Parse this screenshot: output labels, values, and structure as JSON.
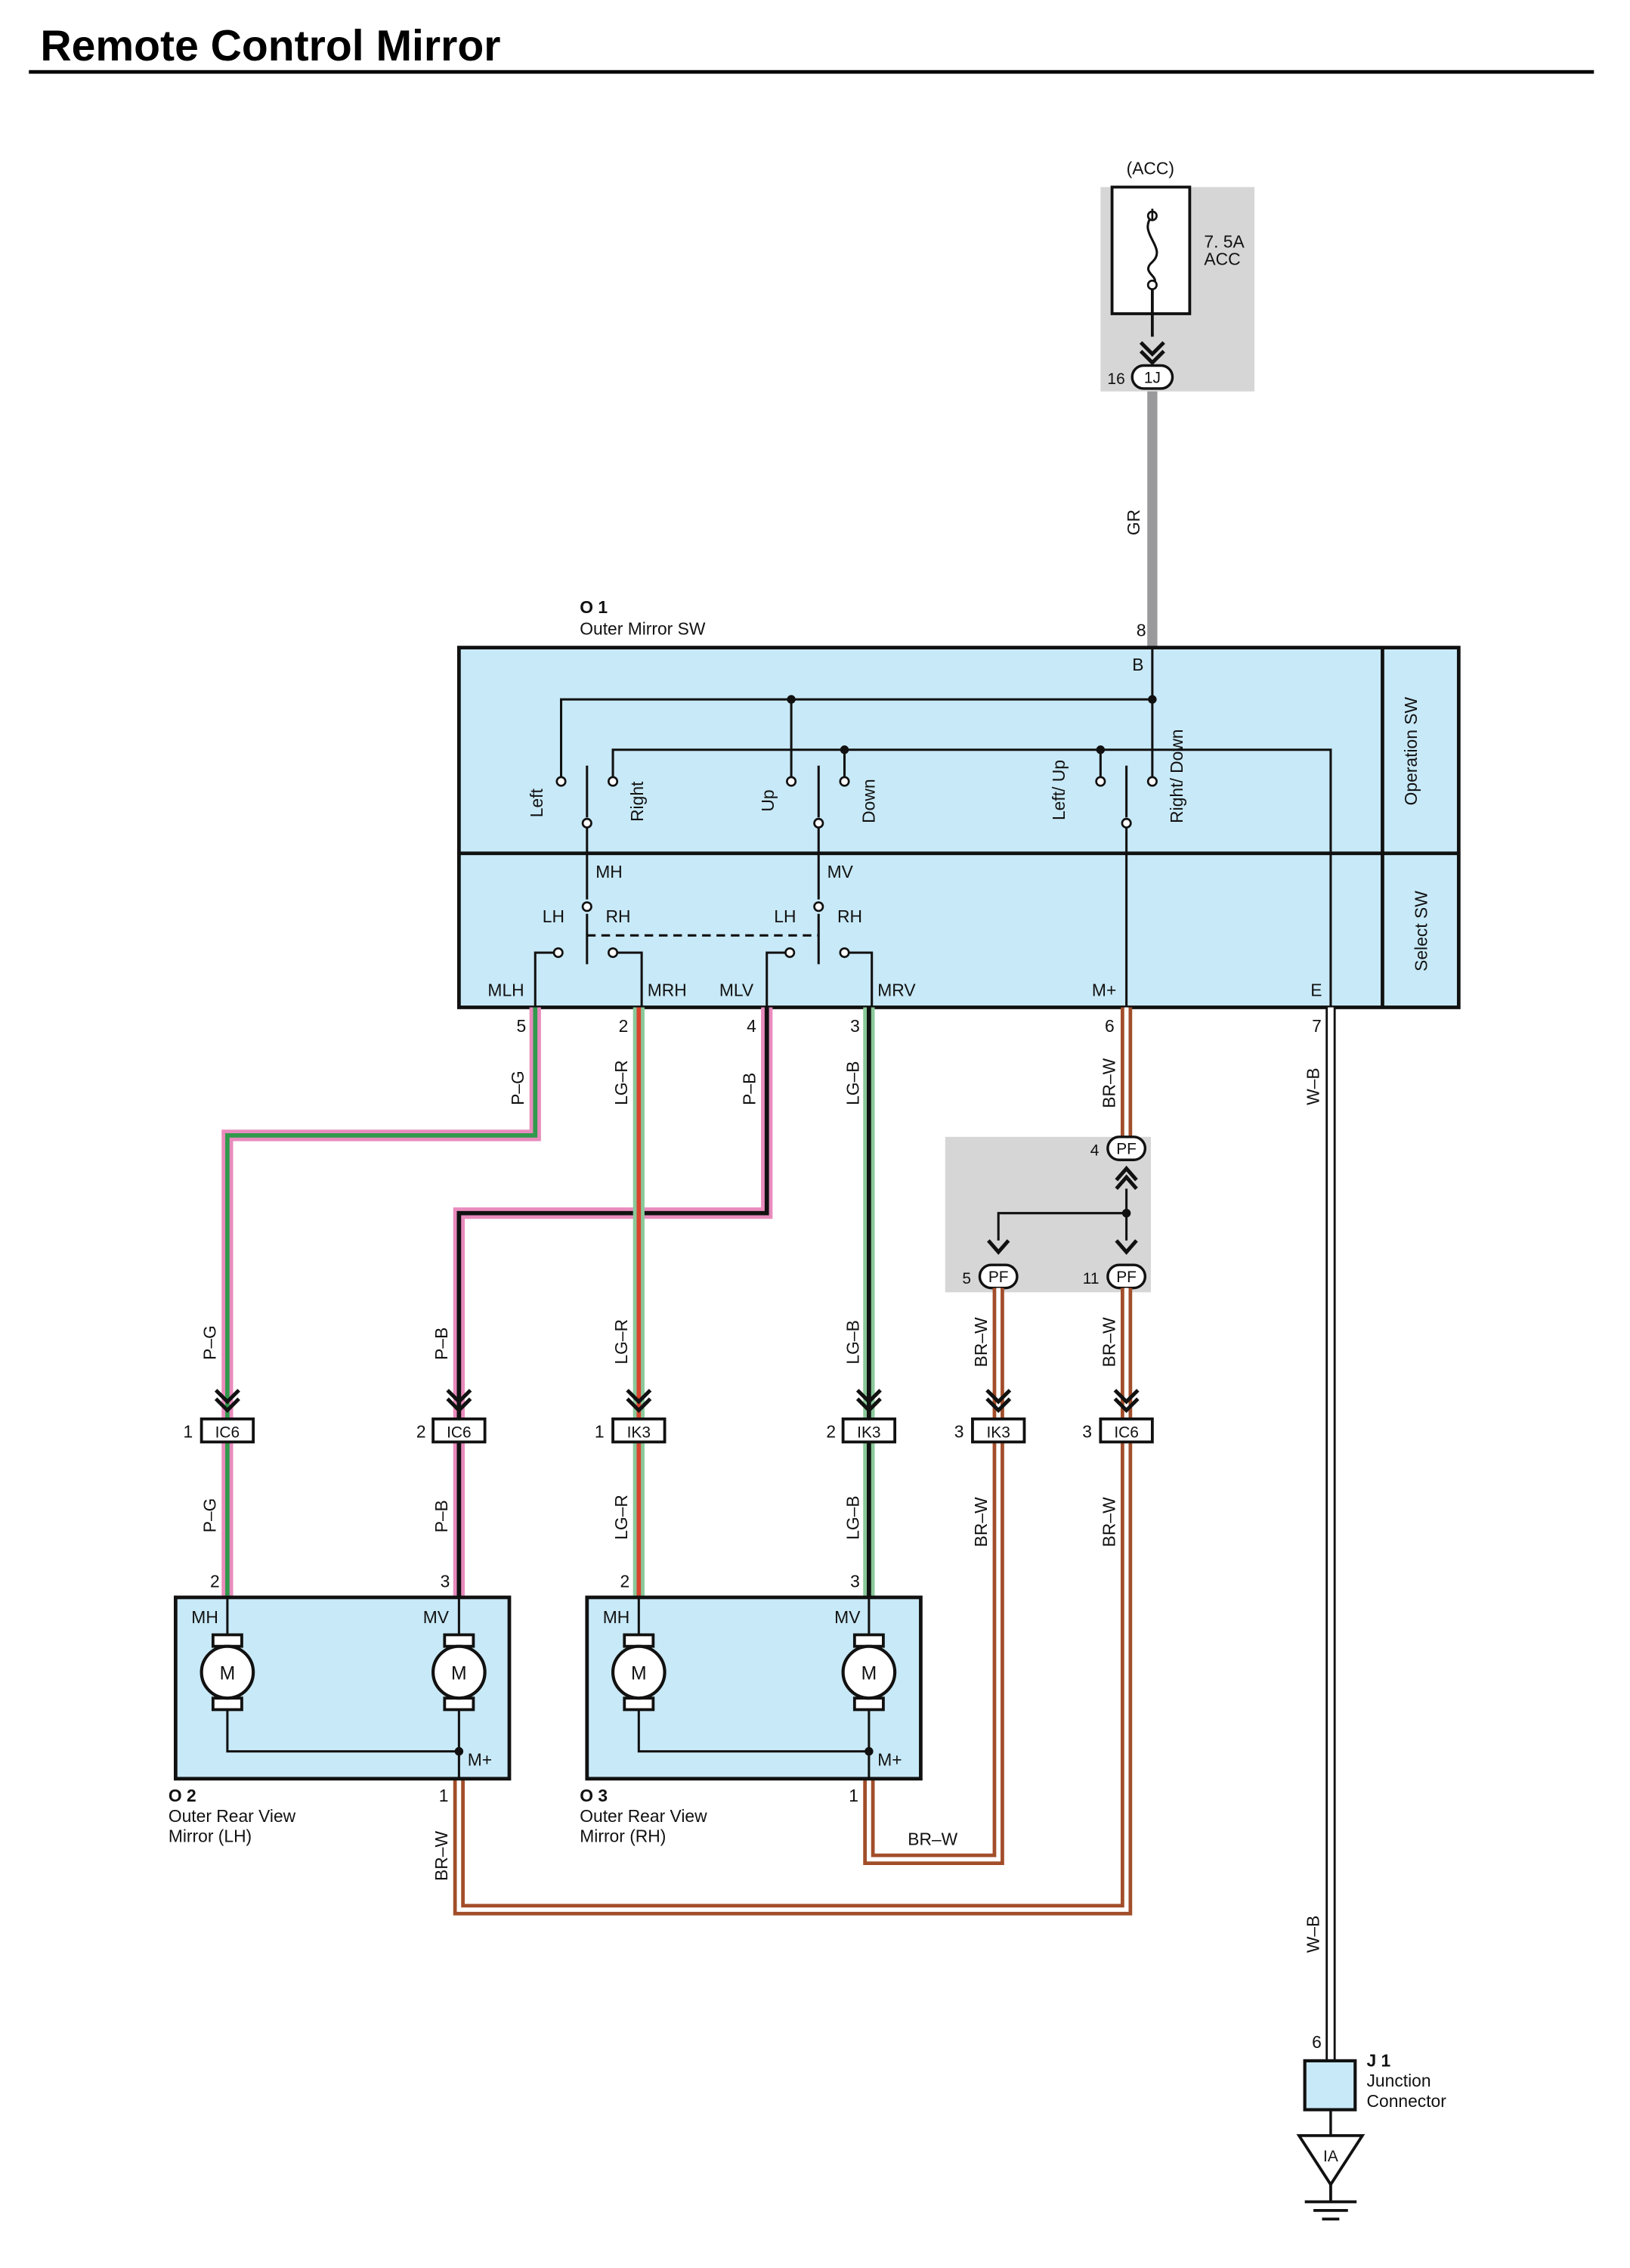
{
  "title": "Remote Control Mirror",
  "colors": {
    "panel": "#c8e9f7",
    "gray_panel": "#d6d6d7",
    "wire_pink": "#e98bbd",
    "wire_green": "#2f9a4c",
    "wire_light_green": "#8ac99a",
    "wire_brown": "#a24e2a",
    "wire_gray": "#9a9a9c"
  },
  "fuse": {
    "supply": "(ACC)",
    "rating": "7. 5A",
    "name": "ACC",
    "connector": "1J",
    "pin": "16",
    "wire": "GR"
  },
  "switch": {
    "code": "O 1",
    "name": "Outer Mirror SW",
    "section_operation": "Operation SW",
    "section_select": "Select SW",
    "pin_b_label": "B",
    "pin_b_number": "8",
    "contacts": [
      "Left",
      "Right",
      "Up",
      "Down",
      "Left/ Up",
      "Right/ Down"
    ],
    "mh": "MH",
    "mv": "MV",
    "lh": "LH",
    "rh": "RH",
    "terminals": [
      {
        "name": "MLH",
        "pin": "5",
        "wire": "P–G"
      },
      {
        "name": "MRH",
        "pin": "2",
        "wire": "LG–R"
      },
      {
        "name": "MLV",
        "pin": "4",
        "wire": "P–B"
      },
      {
        "name": "MRV",
        "pin": "3",
        "wire": "LG–B"
      },
      {
        "name": "M+",
        "pin": "6",
        "wire": "BR–W"
      },
      {
        "name": "E",
        "pin": "7",
        "wire": "W–B"
      }
    ]
  },
  "junction_pf": {
    "code": "PF",
    "pin_in": "4",
    "pin_out_left": "5",
    "pin_out_right": "11"
  },
  "connectors": [
    {
      "pin": "1",
      "code": "IC6",
      "wire_above": "P–G",
      "wire_below": "P–G",
      "motor_pin": "2"
    },
    {
      "pin": "2",
      "code": "IC6",
      "wire_above": "P–B",
      "wire_below": "P–B",
      "motor_pin": "3"
    },
    {
      "pin": "1",
      "code": "IK3",
      "wire_above": "LG–R",
      "wire_below": "LG–R",
      "motor_pin": "2"
    },
    {
      "pin": "2",
      "code": "IK3",
      "wire_above": "LG–B",
      "wire_below": "LG–B",
      "motor_pin": "3"
    },
    {
      "pin": "3",
      "code": "IK3",
      "wire_above": "BR–W",
      "wire_below": "BR–W"
    },
    {
      "pin": "3",
      "code": "IC6",
      "wire_above": "BR–W",
      "wire_below": "BR–W"
    }
  ],
  "mirror_lh": {
    "code": "O 2",
    "name_line1": "Outer Rear View",
    "name_line2": "Mirror (LH)",
    "mh": "MH",
    "mv": "MV",
    "motor": "M",
    "mplus": "M+",
    "pin": "1",
    "wire": "BR–W"
  },
  "mirror_rh": {
    "code": "O 3",
    "name_line1": "Outer Rear View",
    "name_line2": "Mirror (RH)",
    "mh": "MH",
    "mv": "MV",
    "motor": "M",
    "mplus": "M+",
    "pin": "1",
    "wire": "BR–W"
  },
  "ground_wire": "W–B",
  "junction_j1": {
    "code": "J 1",
    "name_line1": "Junction",
    "name_line2": "Connector",
    "pin": "6"
  },
  "ground": {
    "code": "IA"
  }
}
